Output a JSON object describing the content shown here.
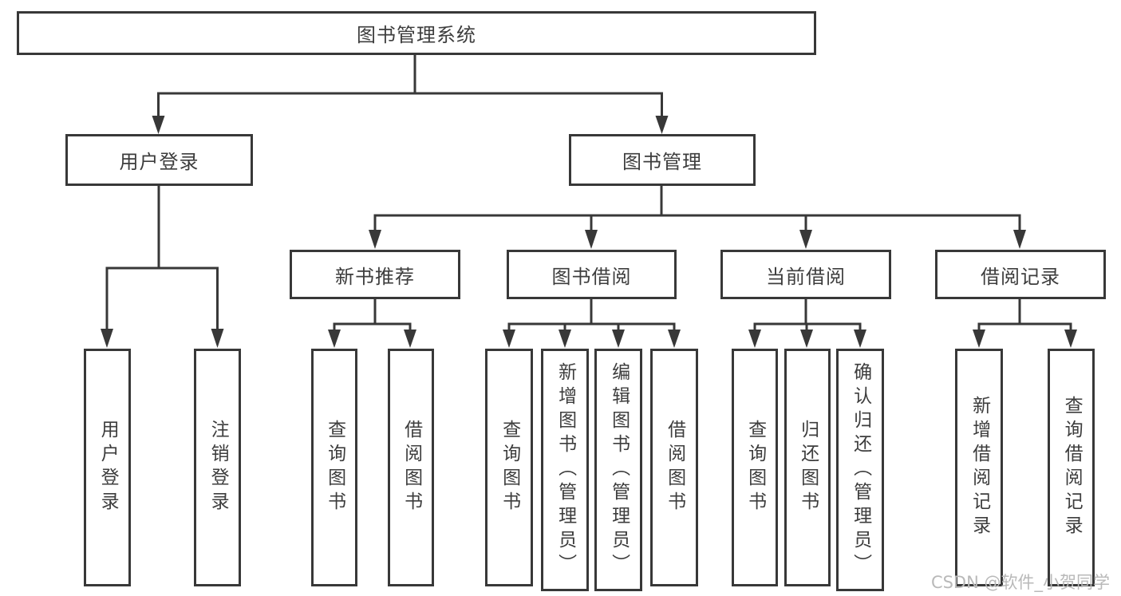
{
  "colors": {
    "line": "#383838",
    "text": "#3d3d3d",
    "watermark": "#b9b9b9",
    "background": "#ffffff"
  },
  "watermark": "CSDN @软件_小贺同学",
  "tree": {
    "root": "图书管理系统",
    "children": [
      {
        "label": "用户登录",
        "children": [
          {
            "label": "用户登录"
          },
          {
            "label": "注销登录"
          }
        ]
      },
      {
        "label": "图书管理",
        "children": [
          {
            "label": "新书推荐",
            "children": [
              {
                "label": "查询图书"
              },
              {
                "label": "借阅图书"
              }
            ]
          },
          {
            "label": "图书借阅",
            "children": [
              {
                "label": "查询图书"
              },
              {
                "label": "新增图书（管理员）"
              },
              {
                "label": "编辑图书（管理员）"
              },
              {
                "label": "借阅图书"
              }
            ]
          },
          {
            "label": "当前借阅",
            "children": [
              {
                "label": "查询图书"
              },
              {
                "label": "归还图书"
              },
              {
                "label": "确认归还（管理员）"
              }
            ]
          },
          {
            "label": "借阅记录",
            "children": [
              {
                "label": "新增借阅记录"
              },
              {
                "label": "查询借阅记录"
              }
            ]
          }
        ]
      }
    ]
  }
}
